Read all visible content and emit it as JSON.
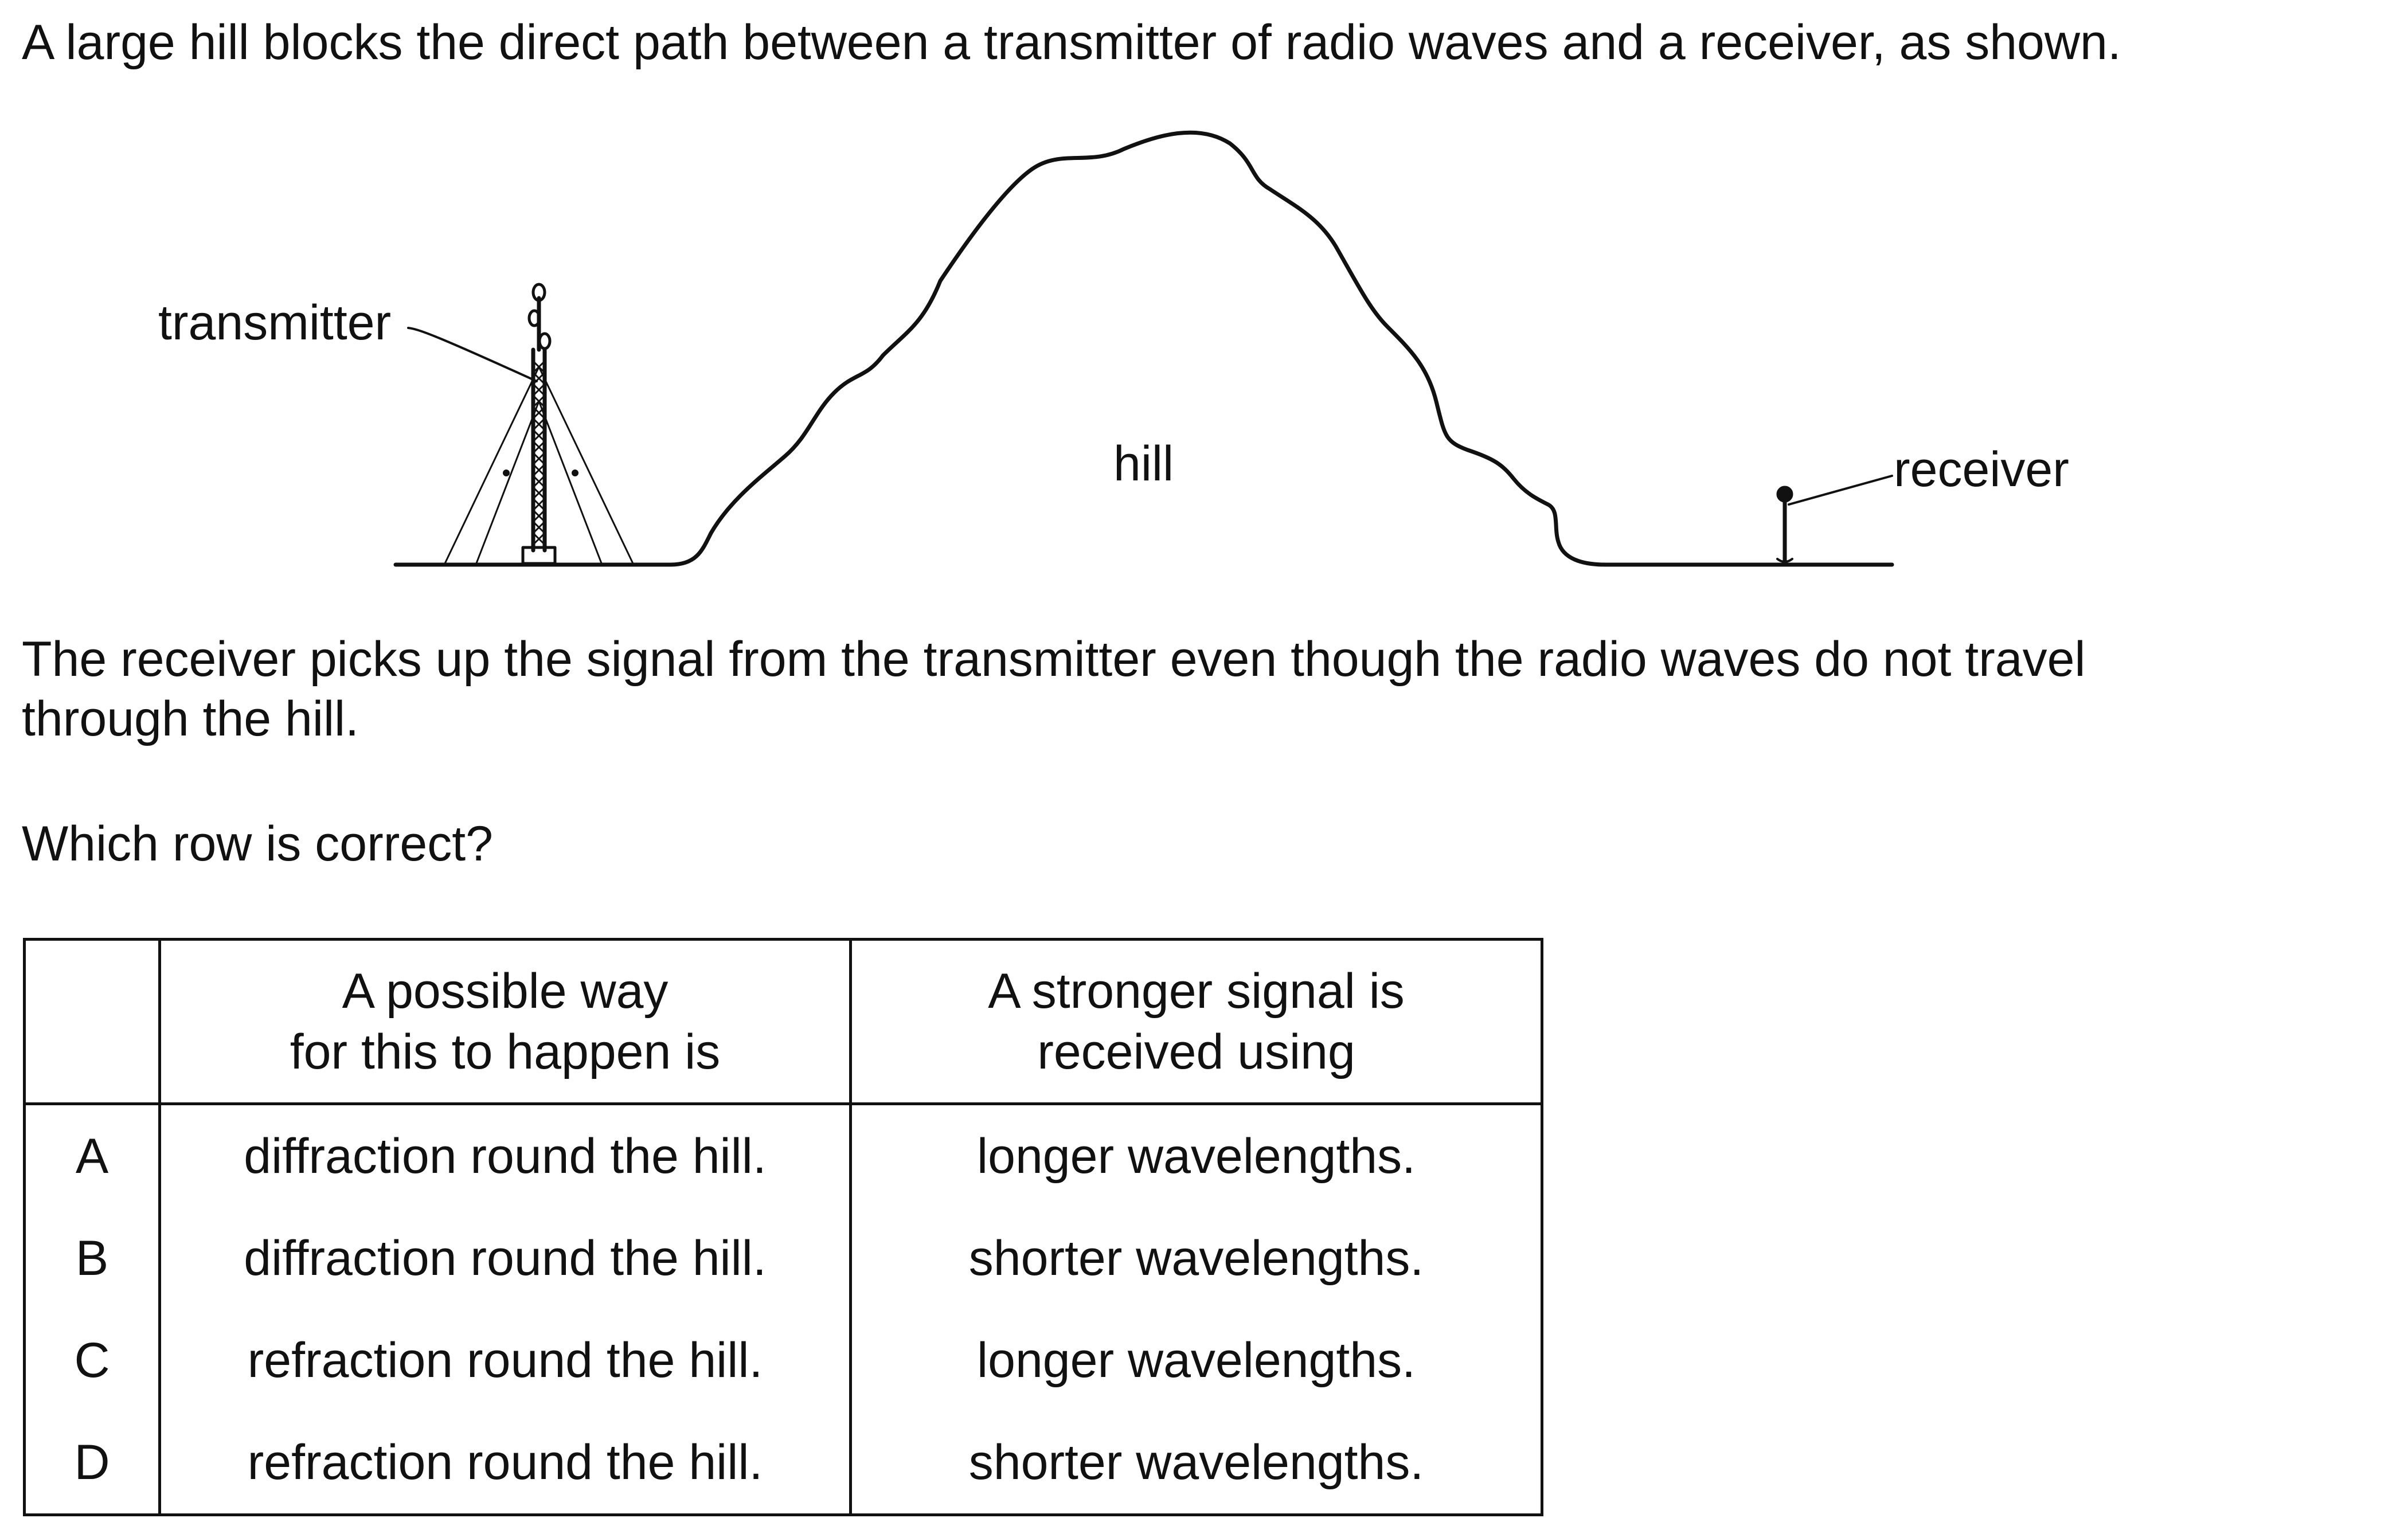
{
  "question": {
    "intro": "A large hill blocks the direct path between a transmitter of radio waves and a receiver, as shown.",
    "body_line1": "The receiver picks up the signal from the transmitter even though the radio waves do not travel",
    "body_line2": "through the hill.",
    "prompt": "Which row is correct?"
  },
  "diagram": {
    "labels": {
      "transmitter": "transmitter",
      "hill": "hill",
      "receiver": "receiver"
    }
  },
  "table": {
    "header": {
      "key": "",
      "way_line1": "A possible way",
      "way_line2": "for this to happen is",
      "signal_line1": "A stronger signal is",
      "signal_line2": "received using"
    },
    "rows": [
      {
        "key": "A",
        "way": "diffraction round the hill.",
        "signal": "longer wavelengths."
      },
      {
        "key": "B",
        "way": "diffraction round the hill.",
        "signal": "shorter wavelengths."
      },
      {
        "key": "C",
        "way": "refraction round the hill.",
        "signal": "longer wavelengths."
      },
      {
        "key": "D",
        "way": "refraction round the hill.",
        "signal": "shorter wavelengths."
      }
    ]
  }
}
